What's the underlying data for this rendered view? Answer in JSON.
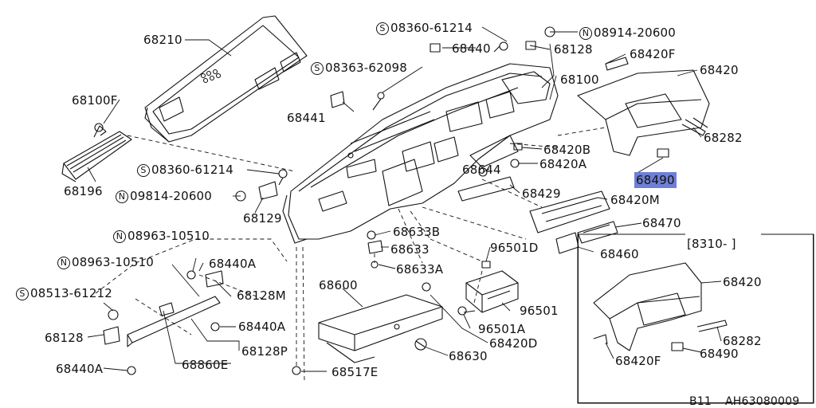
{
  "labels": {
    "p68210": "68210",
    "p68100F": "68100F",
    "p68196": "68196",
    "s08360_61214_top": "08360-61214",
    "p68440_top": "68440",
    "n08914_20600": "08914-20600",
    "p68128_top": "68128",
    "p68420F_top": "68420F",
    "s08363_62098": "08363-62098",
    "p68100": "68100",
    "p68420_top": "68420",
    "p68441": "68441",
    "p68282_top": "68282",
    "p68420B": "68420B",
    "p68644": "68644",
    "p68420A": "68420A",
    "p68490_top": "68490",
    "s08360_61214_mid": "08360-61214",
    "n09814_20600": "09814-20600",
    "p68129": "68129",
    "p68429": "68429",
    "p68420M": "68420M",
    "p68470": "68470",
    "p68633B": "68633B",
    "p68633": "68633",
    "p68633A": "68633A",
    "p96501D": "96501D",
    "p68460": "68460",
    "n08963_10510_a": "08963-10510",
    "n08963_10510_b": "08963-10510",
    "p68440A_a": "68440A",
    "s08513_61212": "08513-61212",
    "p68128M": "68128M",
    "p68600": "68600",
    "p96501": "96501",
    "p68128_low": "68128",
    "p68440A_b": "68440A",
    "p96501A": "96501A",
    "p68420D": "68420D",
    "p68128P": "68128P",
    "p68630": "68630",
    "p68440A_c": "68440A",
    "p68860E": "68860E",
    "p68517E": "68517E",
    "inset_title": "[8310-   ]",
    "p68420_inset": "68420",
    "p68282_inset": "68282",
    "p68490_inset": "68490",
    "p68420F_inset": "68420F",
    "code_b11": "B11",
    "code_ah": "AH63080009"
  },
  "prefixes": {
    "s": "S",
    "n": "N"
  },
  "highlight_color": "#6f7fd6"
}
